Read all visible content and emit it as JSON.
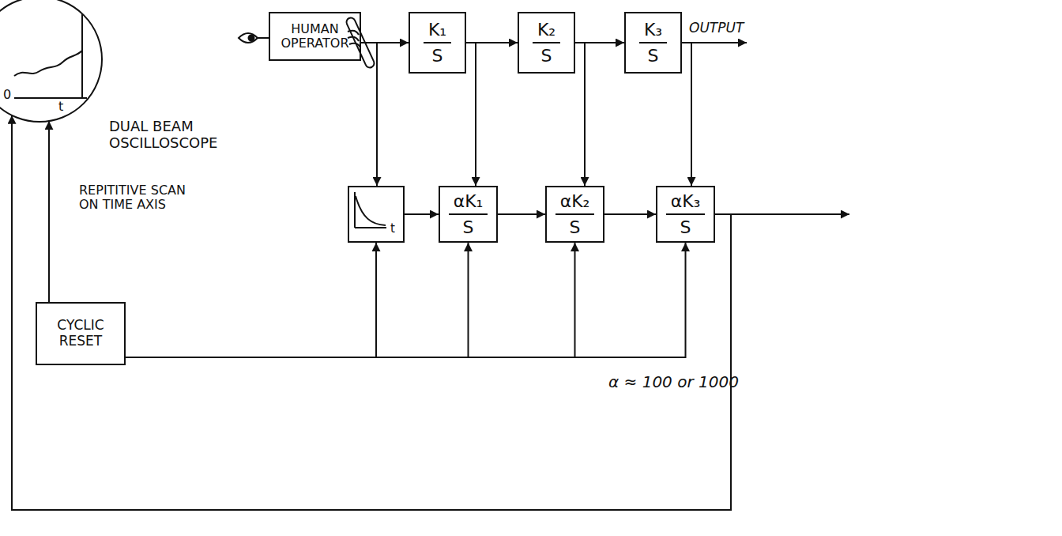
{
  "diagram": {
    "nodes": [
      {
        "text": [
          "0",
          "t",
          "DUAL BEAM OSCILLOSCOPE"
        ]
      },
      {
        "text": [
          "HUMAN OPERATOR"
        ]
      },
      {
        "text": [
          "K₁",
          "S"
        ]
      },
      {
        "text": [
          "K₂",
          "S"
        ]
      },
      {
        "text": [
          "K₃",
          "S"
        ]
      },
      {
        "text": [
          "t"
        ]
      },
      {
        "text": [
          "αK₁",
          "S"
        ]
      },
      {
        "text": [
          "αK₂",
          "S"
        ]
      },
      {
        "text": [
          "αK₃",
          "S"
        ]
      },
      {
        "text": [
          "CYCLIC RESET"
        ]
      }
    ],
    "edges": [
      {
        "from": 1,
        "to": 2,
        "arrow": "to"
      },
      {
        "from": 2,
        "to": 3,
        "arrow": "to"
      },
      {
        "from": 3,
        "to": 4,
        "arrow": "to"
      },
      {
        "from": 1,
        "to": 5,
        "arrow": "to"
      },
      {
        "from": 2,
        "to": 6,
        "arrow": "to"
      },
      {
        "from": 3,
        "to": 7,
        "arrow": "to"
      },
      {
        "from": 4,
        "to": 8,
        "arrow": "to"
      },
      {
        "from": 5,
        "to": 6,
        "arrow": "to"
      },
      {
        "from": 6,
        "to": 7,
        "arrow": "to"
      },
      {
        "from": 7,
        "to": 8,
        "arrow": "to"
      },
      {
        "from": 8,
        "to": 0,
        "arrow": "to"
      },
      {
        "from": 9,
        "to": 0,
        "label": "REPITITIVE SCAN ON TIME AXIS",
        "arrow": "to"
      },
      {
        "from": 9,
        "to": 5,
        "arrow": "to"
      },
      {
        "from": 9,
        "to": 6,
        "arrow": "to"
      },
      {
        "from": 9,
        "to": 7,
        "arrow": "to"
      },
      {
        "from": 9,
        "to": 8,
        "arrow": "to"
      }
    ],
    "labels": [
      "OUTPUT",
      "α ≈ 100 or 1000"
    ]
  }
}
